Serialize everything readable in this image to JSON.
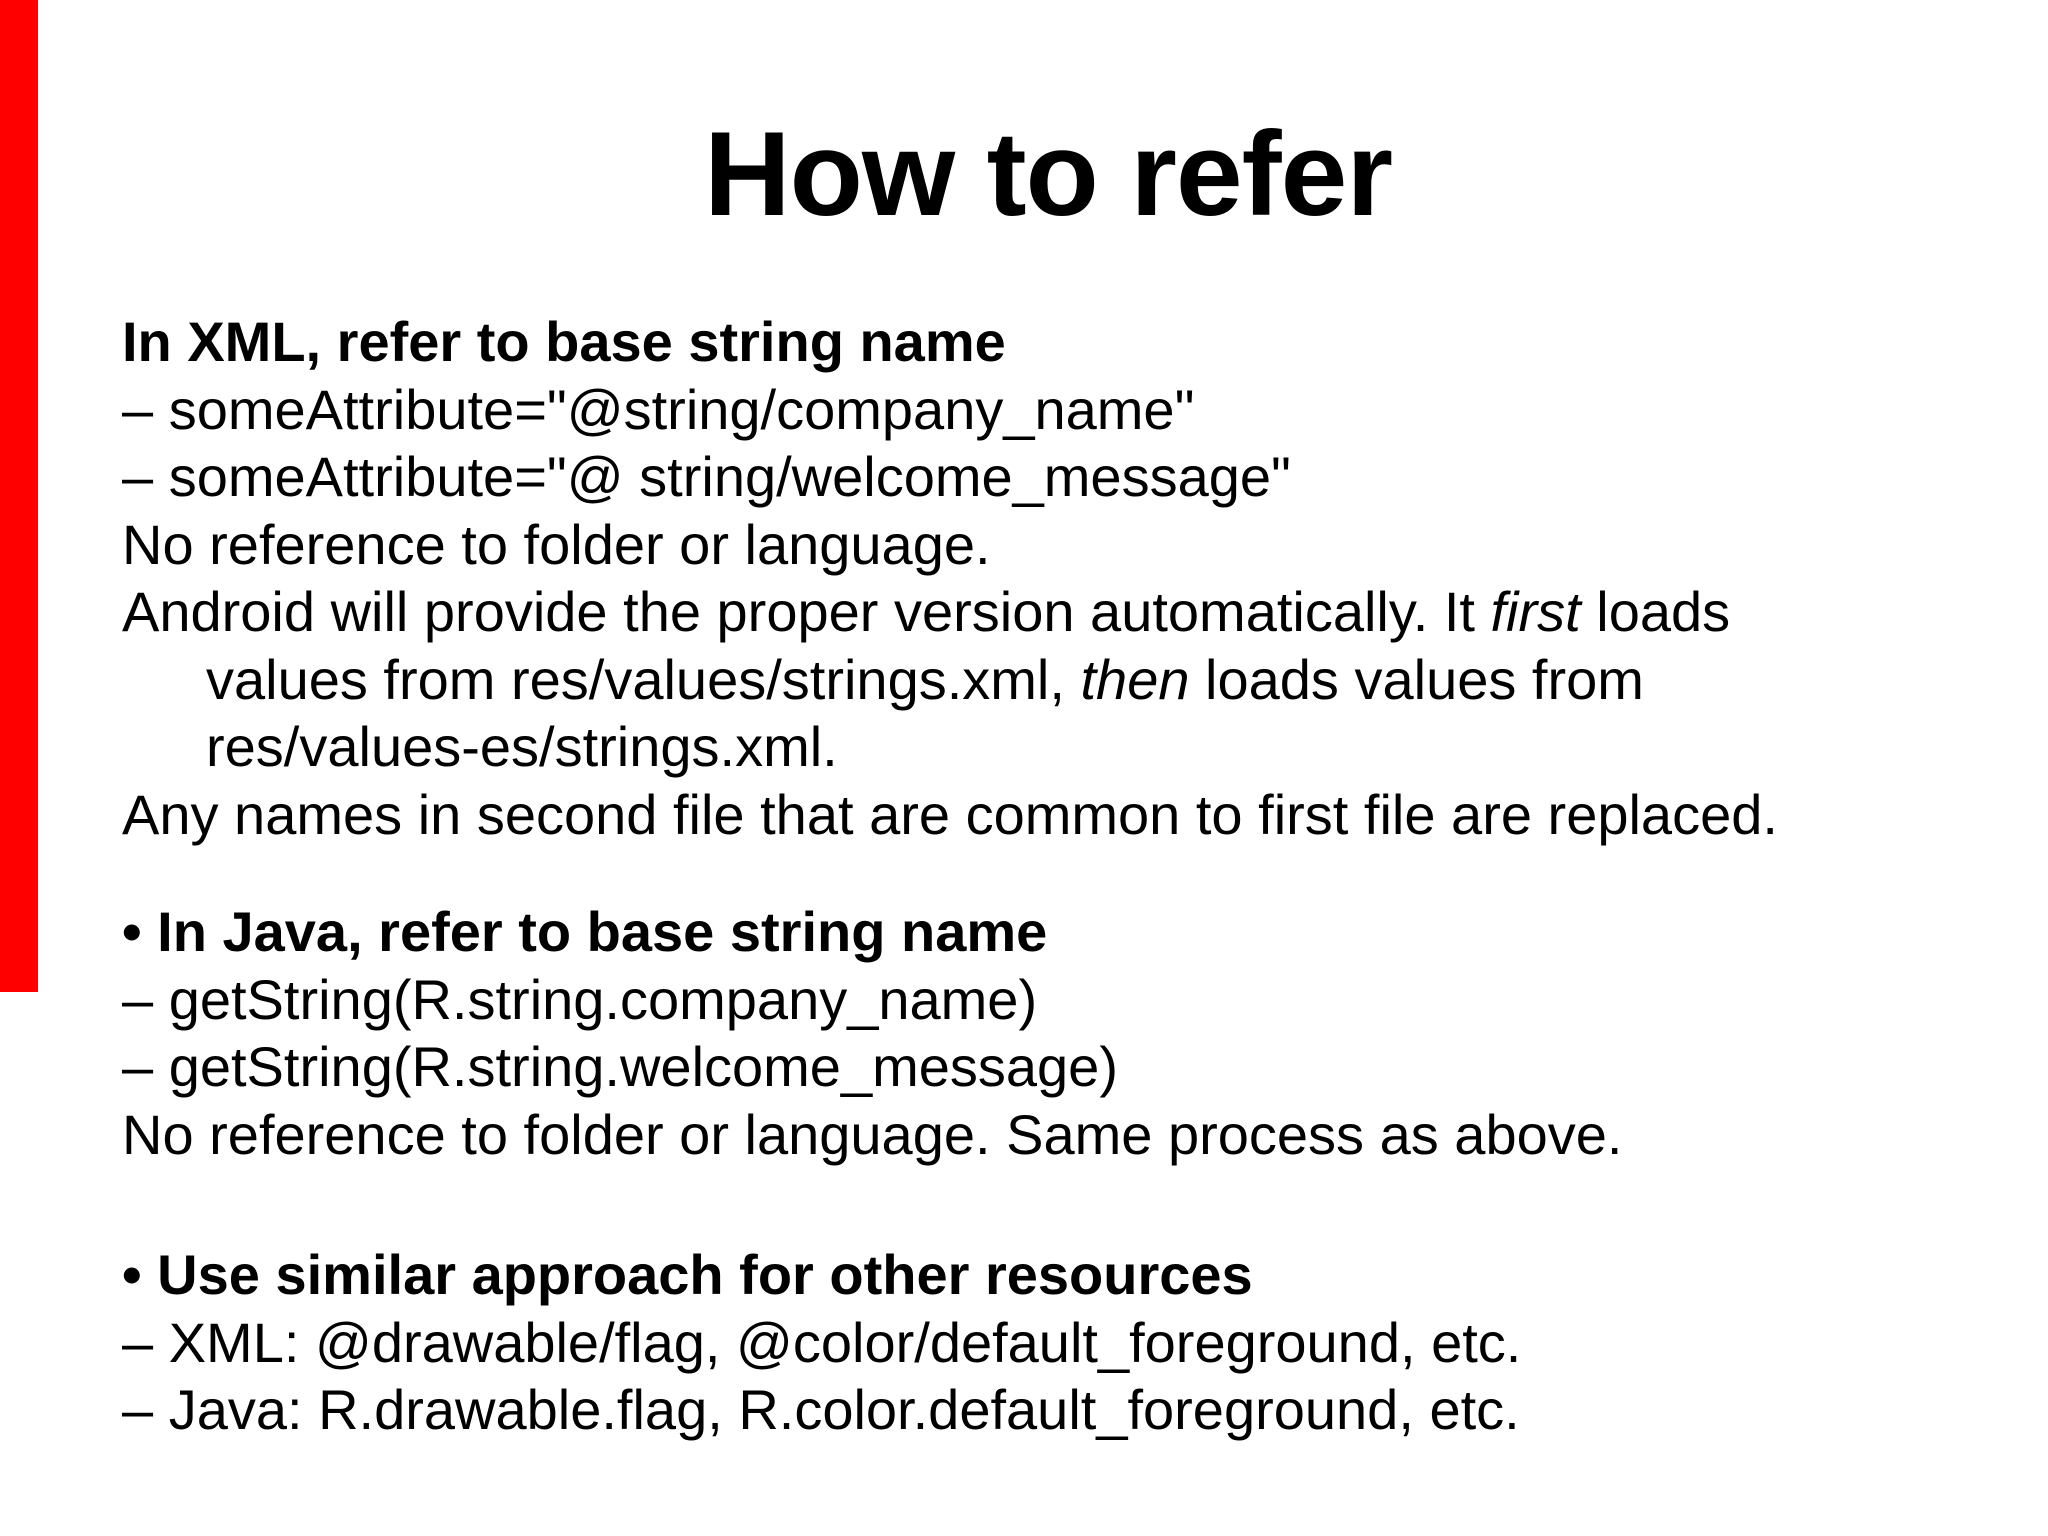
{
  "slide": {
    "title": "How to refer",
    "background_color": "#ffffff",
    "text_color": "#000000",
    "accent_bar_color": "#ff0000"
  },
  "content": {
    "xml_section": {
      "heading": "In XML, refer to base string name",
      "item1": "– someAttribute=\"@string/company_name\"",
      "item2": "– someAttribute=\"@ string/welcome_message\"",
      "note": "No reference to folder or language.",
      "android_para": {
        "l1a": "Android will provide the proper version automatically. It ",
        "l1b": "first",
        "l1c": " loads",
        "l2a": "values from res/values/strings.xml, ",
        "l2b": "then",
        "l2c": " loads values from",
        "l3": "res/values-es/strings.xml."
      },
      "replace_note": "Any names in second file that are common to first file are replaced."
    },
    "java_section": {
      "heading": "• In Java, refer to base string name",
      "item1": "– getString(R.string.company_name)",
      "item2": "– getString(R.string.welcome_message)",
      "note": "No reference to folder or language. Same process as above."
    },
    "resources_section": {
      "heading": "• Use similar approach for other resources",
      "item1": "– XML: @drawable/flag, @color/default_foreground, etc.",
      "item2": "– Java: R.drawable.flag, R.color.default_foreground, etc."
    }
  }
}
